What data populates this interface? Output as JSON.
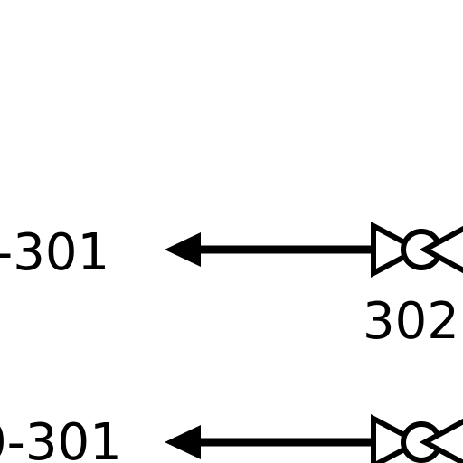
{
  "diagram": {
    "colors": {
      "line": "#000000",
      "background": "#ffffff"
    },
    "rows": [
      {
        "left_label": "-301",
        "valve_label": "302",
        "arrow_direction": "left",
        "valve_icon": "gate-valve-icon"
      },
      {
        "left_label": "0-301",
        "valve_label": "",
        "arrow_direction": "left",
        "valve_icon": "gate-valve-icon"
      }
    ]
  }
}
